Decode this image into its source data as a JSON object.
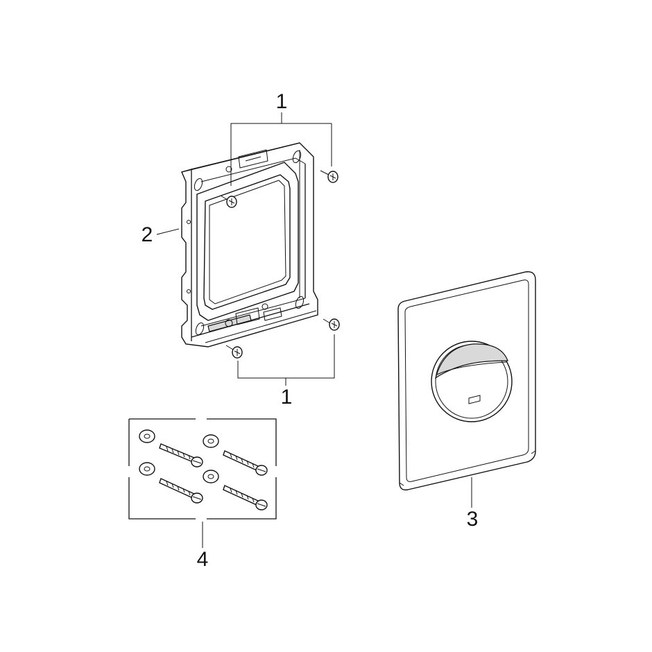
{
  "callouts": {
    "screws_top": "1",
    "frame": "2",
    "cover_plate": "3",
    "fixing_kit": "4",
    "screws_bottom": "1"
  },
  "icons": [
    "screw-icon",
    "washer-icon",
    "bolt-icon",
    "push-button-icon"
  ],
  "colors": {
    "line": "#111111",
    "background": "#ffffff",
    "shade": "#d9d9d9"
  }
}
